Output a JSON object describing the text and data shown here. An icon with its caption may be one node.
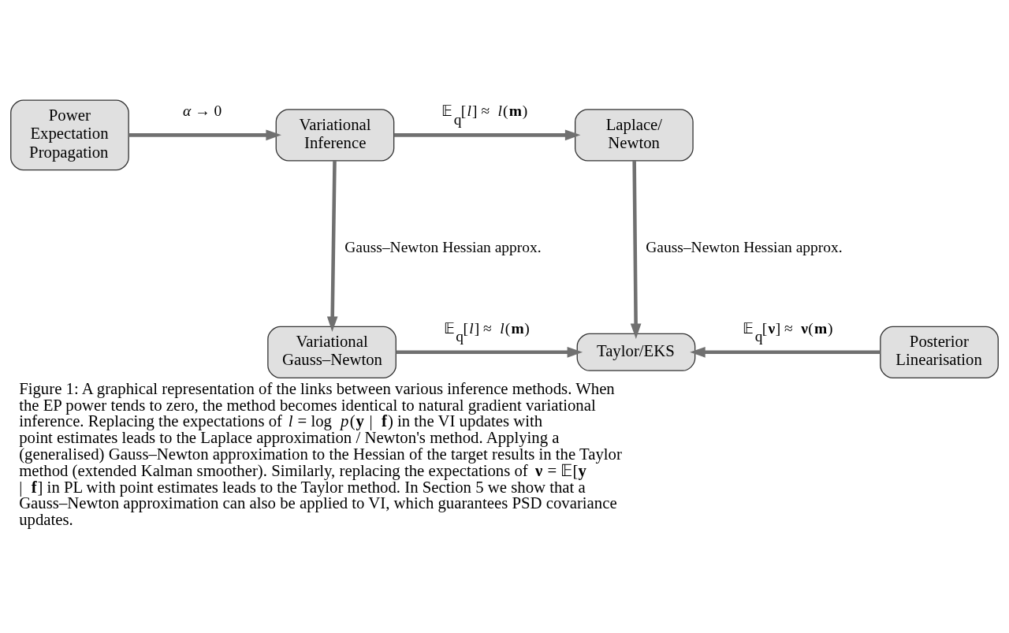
{
  "diagram": {
    "caption": "Figure 1: A graphical representation of the links between various inference methods. When the EP power tends to zero, the method becomes identical to natural gradient variational inference. Replacing the expectations of *l* = log *p*(**y** | **f**) in the VI updates with point estimates leads to the Laplace approximation / Newton's method. Applying a (generalised) Gauss–Newton approximation to the Hessian of the target results in the Taylor method (extended Kalman smoother). Similarly, replacing the expectations of **ν** = 𝔼[**y** | **f**] in PL with point estimates leads to the Taylor method. In Section 5 we show that a Gauss–Newton approximation can also be applied to VI, which guarantees PSD covariance updates.",
    "nodes": [
      {
        "text": [
          "Power Expectation Propagation"
        ]
      },
      {
        "text": [
          "Variational Inference"
        ]
      },
      {
        "text": [
          "Laplace/ Newton"
        ]
      },
      {
        "text": [
          "Variational Gauss–Newton"
        ]
      },
      {
        "text": [
          "Taylor/EKS"
        ]
      },
      {
        "text": [
          "Posterior Linearisation"
        ]
      }
    ],
    "edges": [
      {
        "from": 0,
        "to": 1,
        "arrow": "to",
        "label": "*α* → 0"
      },
      {
        "from": 1,
        "to": 2,
        "arrow": "to",
        "label": "𝔼$_{q}$[*l*] ≈ *l*(**m**)"
      },
      {
        "from": 1,
        "to": 3,
        "arrow": "to",
        "label": "Gauss–Newton Hessian approx."
      },
      {
        "from": 2,
        "to": 4,
        "arrow": "to",
        "label": "Gauss–Newton Hessian approx."
      },
      {
        "from": 3,
        "to": 4,
        "arrow": "to",
        "label": "𝔼$_{q}$[*l*] ≈ *l*(**m**)"
      },
      {
        "from": 5,
        "to": 4,
        "arrow": "to",
        "label": "𝔼$_{q}$[**ν**] ≈ **ν**(**m**)"
      }
    ]
  }
}
